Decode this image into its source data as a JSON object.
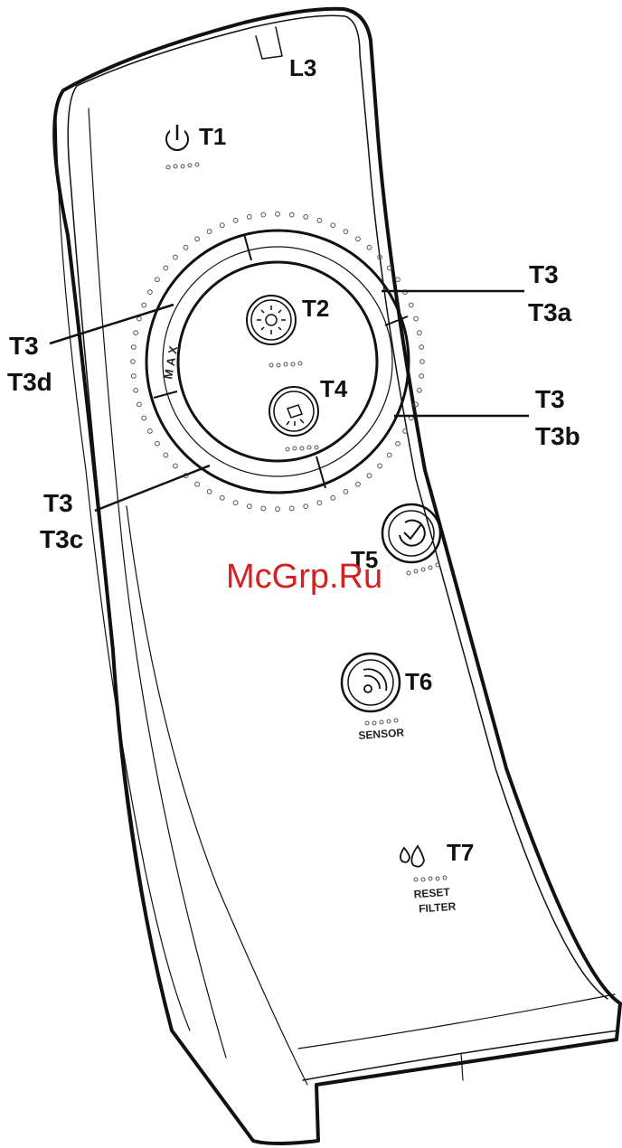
{
  "labels": {
    "l3": "L3",
    "t1": "T1",
    "t2": "T2",
    "t4": "T4",
    "t5": "T5",
    "t6": "T6",
    "t7": "T7",
    "t3_right_top": "T3",
    "t3a": "T3a",
    "t3_right_bottom": "T3",
    "t3b": "T3b",
    "t3_left_top": "T3",
    "t3d": "T3d",
    "t3_left_bottom": "T3",
    "t3c": "T3c"
  },
  "printed": {
    "max": "MAX",
    "sensor": "SENSOR",
    "reset": "RESET",
    "filter": "FILTER"
  },
  "watermark": "McGrp.Ru",
  "colors": {
    "outline": "#111111",
    "watermark": "#d62020",
    "body": "#ffffff"
  }
}
